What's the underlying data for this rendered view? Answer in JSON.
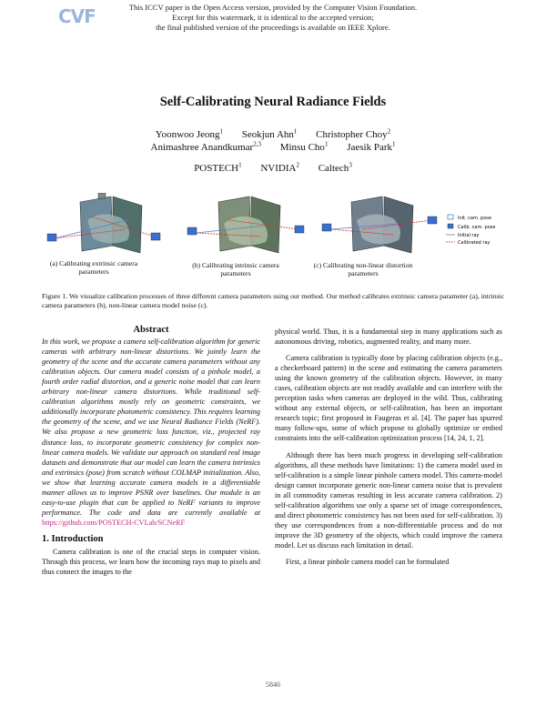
{
  "watermark": {
    "logo_text": "CVF",
    "lines": [
      "This ICCV paper is the Open Access version, provided by the Computer Vision Foundation.",
      "Except for this watermark, it is identical to the accepted version;",
      "the final published version of the proceedings is available on IEEE Xplore."
    ]
  },
  "title": "Self-Calibrating Neural Radiance Fields",
  "authors": {
    "row1": [
      {
        "name": "Yoonwoo Jeong",
        "sup": "1"
      },
      {
        "name": "Seokjun Ahn",
        "sup": "1"
      },
      {
        "name": "Christopher Choy",
        "sup": "2"
      }
    ],
    "row2": [
      {
        "name": "Animashree Anandkumar",
        "sup": "2,3"
      },
      {
        "name": "Minsu Cho",
        "sup": "1"
      },
      {
        "name": "Jaesik Park",
        "sup": "1"
      }
    ],
    "affiliations": [
      {
        "name": "POSTECH",
        "sup": "1"
      },
      {
        "name": "NVIDIA",
        "sup": "2"
      },
      {
        "name": "Caltech",
        "sup": "3"
      }
    ]
  },
  "figure": {
    "subcaptions": [
      "(a) Calibrating extrinsic camera parameters",
      "(b) Calibrating intrinsic camera parameters",
      "(c) Calibrating non-linear distortion parameters"
    ],
    "legend": [
      "Init. cam. pose",
      "Calib. cam. pose",
      "Initial ray",
      "Calibrated ray"
    ],
    "caption": "Figure 1.   We visualize calibration processes of three different camera parameters using our method.  Our method calibrates extrinsic camera parameter (a), intrinsic camera parameters (b), non-linear camera model noise (c)."
  },
  "abstract": {
    "heading": "Abstract",
    "text": "In this work, we propose a camera self-calibration algorithm for generic cameras with arbitrary non-linear distortions. We jointly learn the geometry of the scene and the accurate camera parameters without any calibration objects. Our camera model consists of a pinhole model, a fourth order radial distortion, and a generic noise model that can learn arbitrary non-linear camera distortions. While traditional self-calibration algorithms mostly rely on geometric constraints, we additionally incorporate photometric consistency. This requires learning the geometry of the scene, and we use Neural Radiance Fields (NeRF). We also propose a new geometric loss function, viz., projected ray distance loss, to incorporate geometric consistency for complex non-linear camera models. We validate our approach on standard real image datasets and demonstrate that our model can learn the camera intrinsics and extrinsics (pose) from scratch without COLMAP initialization.  Also, we show that learning accurate camera models in a differentiable manner allows us to improve PSNR over baselines. Our module is an easy-to-use plugin that can be applied to NeRF variants to improve performance. The code and data are currently available at",
    "link": "https://github.com/POSTECH-CVLab/SCNeRF"
  },
  "intro": {
    "heading": "1. Introduction",
    "text": "Camera calibration is one of the crucial steps in computer vision. Through this process, we learn how the incoming rays map to pixels and thus connect the images to the"
  },
  "right_column": {
    "para1": "physical world. Thus, it is a fundamental step in many applications such as autonomous driving, robotics, augmented reality, and many more.",
    "para2": "Camera calibration is typically done by placing calibration objects (e.g., a checkerboard pattern) in the scene and estimating the camera parameters using the known geometry of the calibration objects. However, in many cases, calibration objects are not readily available and can interfere with the perception tasks when cameras are deployed in the wild. Thus, calibrating without any external objects, or self-calibration, has been an important research topic; first proposed in Faugeras et al. [4]. The paper has spurred many follow-ups, some of which propose to globally optimize or embed constraints into the self-calibration optimization process [14, 24, 1, 2].",
    "para3": "Although there has been much progress in developing self-calibration algorithms, all these methods have limitations: 1) the camera model used in self-calibration is a simple linear pinhole camera model. This camera-model design cannot incorporate generic non-linear camera noise that is prevalent in all commodity cameras resulting in less accurate camera calibration.  2) self-calibration algorithms use only a sparse set of image correspondences, and direct photometric consistency has not been used for self-calibration. 3) they use correspondences from a non-differentiable process and do not improve the 3D geometry of the objects, which could improve the camera model. Let us discuss each limitation in detail.",
    "para4": "First, a linear pinhole camera model can be formulated"
  },
  "page_number": "5846",
  "colors": {
    "logo": "#9ab6d9",
    "link": "#c0268a",
    "init_ray": "#5a7fc4",
    "calib_ray": "#d8322a"
  }
}
